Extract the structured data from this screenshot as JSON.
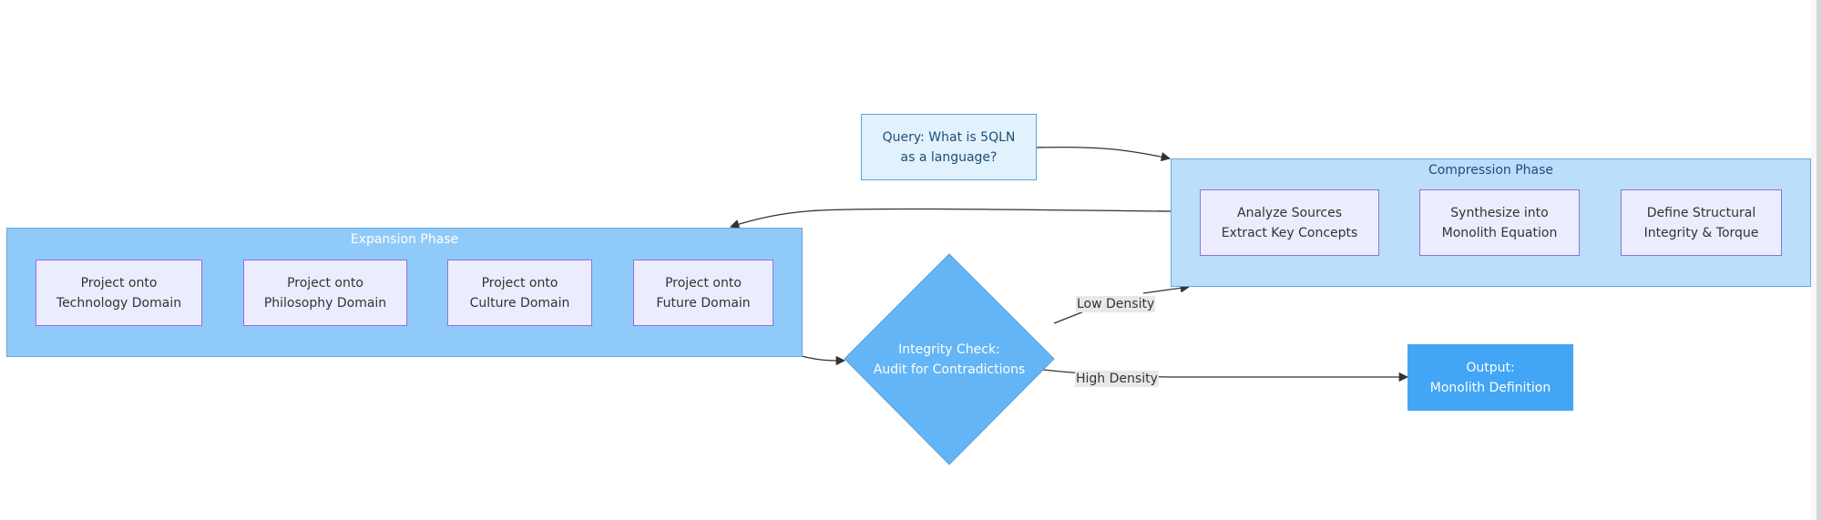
{
  "diagram": {
    "type": "flowchart",
    "query": {
      "lines": [
        "Query: What is 5QLN",
        "as a language?"
      ]
    },
    "compression_phase": {
      "title": "Compression Phase",
      "nodes": [
        {
          "lines": [
            "Analyze Sources",
            "Extract Key Concepts"
          ]
        },
        {
          "lines": [
            "Synthesize into",
            "Monolith Equation"
          ]
        },
        {
          "lines": [
            "Define Structural",
            "Integrity & Torque"
          ]
        }
      ]
    },
    "expansion_phase": {
      "title": "Expansion Phase",
      "nodes": [
        {
          "lines": [
            "Project onto",
            "Technology Domain"
          ]
        },
        {
          "lines": [
            "Project onto",
            "Philosophy Domain"
          ]
        },
        {
          "lines": [
            "Project onto",
            "Culture Domain"
          ]
        },
        {
          "lines": [
            "Project onto",
            "Future Domain"
          ]
        }
      ]
    },
    "decision": {
      "lines": [
        "Integrity Check:",
        "Audit for Contradictions"
      ]
    },
    "output": {
      "lines": [
        "Output:",
        "Monolith Definition"
      ]
    },
    "edges": [
      {
        "from": "query",
        "to": "compression_phase",
        "label": ""
      },
      {
        "from": "compression_phase",
        "to": "expansion_phase",
        "label": ""
      },
      {
        "from": "expansion_phase",
        "to": "decision",
        "label": ""
      },
      {
        "from": "decision",
        "to": "compression_phase",
        "label": "Low Density"
      },
      {
        "from": "decision",
        "to": "output",
        "label": "High Density"
      }
    ],
    "colors": {
      "compression_fill": "#bbdefb",
      "expansion_fill": "#90caf9",
      "decision_fill": "#64b5f6",
      "output_fill": "#42a5f5",
      "query_fill": "#e1f2fc",
      "process_fill": "#ececff",
      "process_border": "#9370db",
      "edge": "#333333"
    }
  }
}
